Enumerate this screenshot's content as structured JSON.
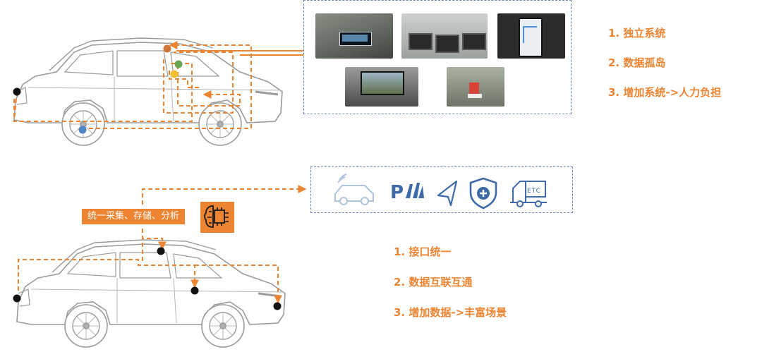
{
  "top_points": [
    "1. 独立系统",
    "2. 数据孤岛",
    "3. 增加系统->人力负担"
  ],
  "bottom_points": [
    "1. 接口统一",
    "2. 数据互联互通",
    "3. 增加数据->丰富场景"
  ],
  "process_label": "统一采集、存储、分析",
  "etc_label": "ETC",
  "parking_label": "P",
  "colors": {
    "accent": "#ec8431",
    "frame": "#6b84b0",
    "icon_blue": "#3e6aa8",
    "car_line": "#9a9a9a"
  }
}
